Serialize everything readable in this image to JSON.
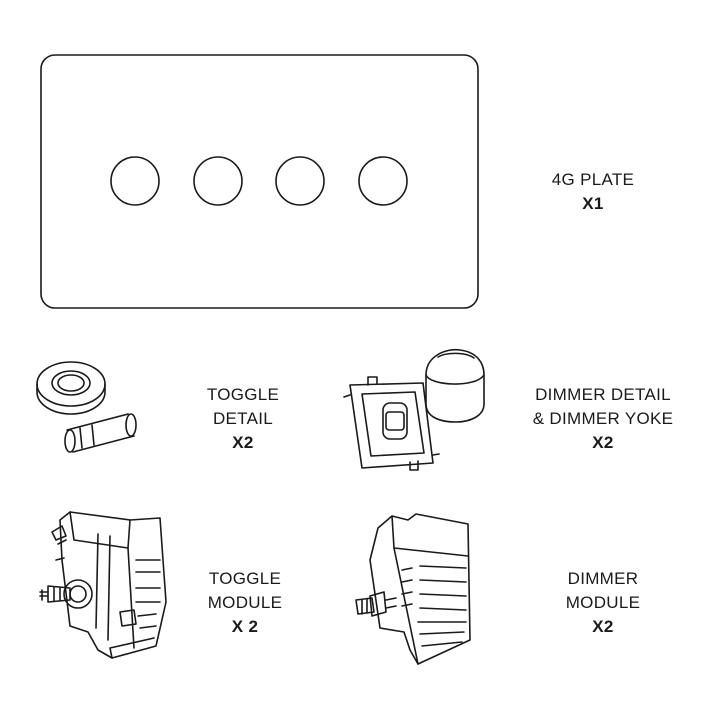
{
  "items": [
    {
      "id": "plate",
      "lines": [
        "4G PLATE"
      ],
      "qty": "X1"
    },
    {
      "id": "toggle-detail",
      "lines": [
        "TOGGLE",
        "DETAIL"
      ],
      "qty": "X2"
    },
    {
      "id": "dimmer-detail",
      "lines": [
        "DIMMER DETAIL",
        "& DIMMER YOKE"
      ],
      "qty": "X2"
    },
    {
      "id": "toggle-module",
      "lines": [
        "TOGGLE",
        "MODULE"
      ],
      "qty": "X 2"
    },
    {
      "id": "dimmer-module",
      "lines": [
        "DIMMER",
        "MODULE"
      ],
      "qty": "X2"
    }
  ],
  "icons": [
    "plate-icon",
    "toggle-detail-icon",
    "dimmer-detail-icon",
    "toggle-module-icon",
    "dimmer-module-icon"
  ],
  "colors": {
    "line": "#1a1a1a",
    "background": "#ffffff"
  }
}
